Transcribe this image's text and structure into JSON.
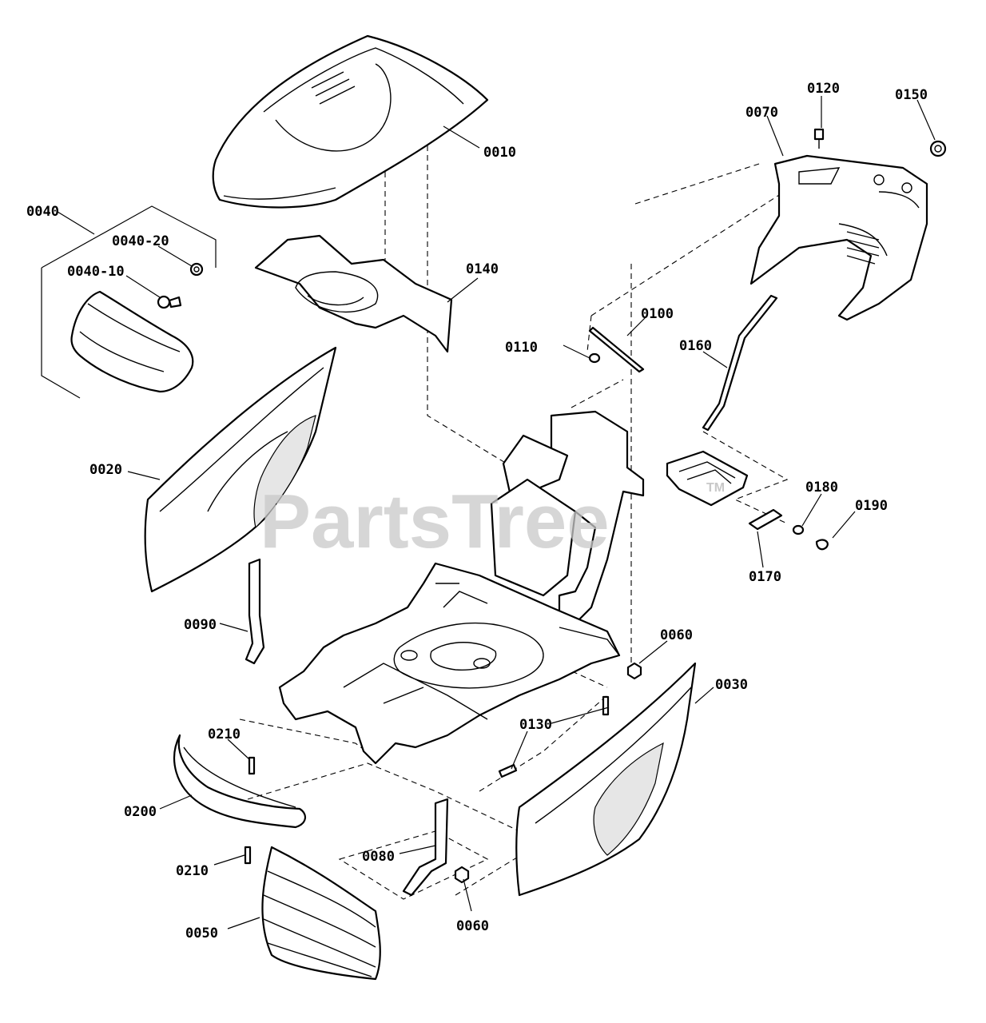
{
  "diagram": {
    "labels": {
      "p0010": "0010",
      "p0020": "0020",
      "p0030": "0030",
      "p0040": "0040",
      "p0040_10": "0040-10",
      "p0040_20": "0040-20",
      "p0050": "0050",
      "p0060a": "0060",
      "p0060b": "0060",
      "p0070": "0070",
      "p0080": "0080",
      "p0090": "0090",
      "p0100": "0100",
      "p0110": "0110",
      "p0120": "0120",
      "p0130": "0130",
      "p0140": "0140",
      "p0150": "0150",
      "p0160": "0160",
      "p0170": "0170",
      "p0180": "0180",
      "p0190": "0190",
      "p0200": "0200",
      "p0210a": "0210",
      "p0210b": "0210"
    },
    "watermark": {
      "text": "PartsTree",
      "mark": "TM"
    },
    "colors": {
      "line": "#000000",
      "background": "#ffffff",
      "watermark": "#c8c8c8"
    }
  }
}
